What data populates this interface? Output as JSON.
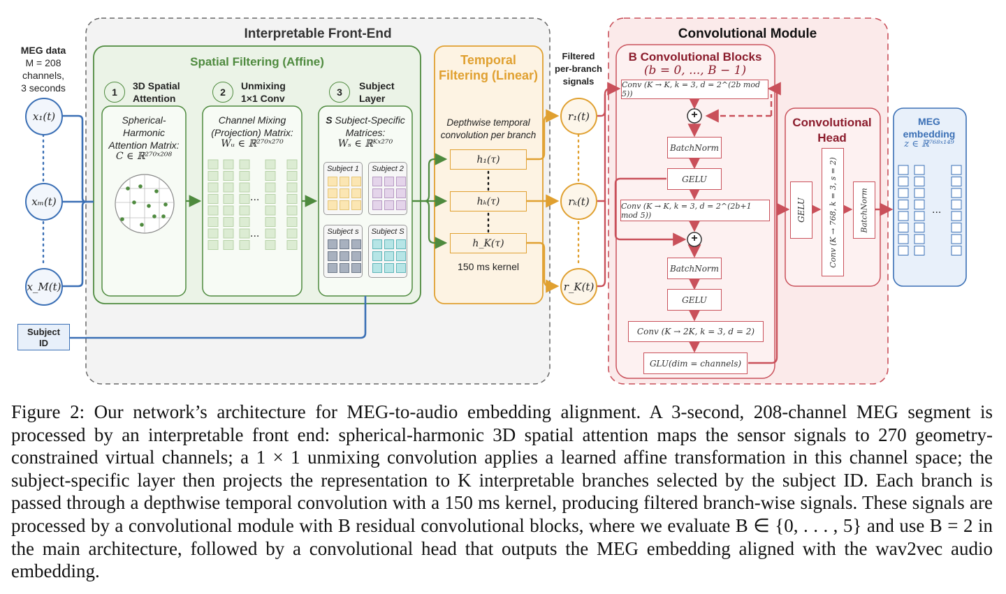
{
  "input": {
    "title": "MEG data",
    "desc": [
      "M = 208",
      "channels,",
      "3 seconds"
    ],
    "nodes": [
      "x₁(t)",
      "xₘ(t)",
      "x_M(t)"
    ],
    "subject_id": [
      "Subject",
      "ID"
    ]
  },
  "frontend": {
    "title": "Interpretable Front-End",
    "spatial": {
      "title": "Spatial Filtering (Affine)",
      "steps": [
        {
          "num": "1",
          "title": [
            "3D Spatial",
            "Attention"
          ],
          "desc": [
            "Spherical-",
            "Harmonic",
            "Attention Matrix:"
          ],
          "math": "C ∈ ℝ²⁷⁰ˣ²⁰⁸"
        },
        {
          "num": "2",
          "title": [
            "Unmixing",
            "1×1 Conv"
          ],
          "desc": [
            "Channel Mixing",
            "(Projection) Matrix:"
          ],
          "math": "Wᵤ ∈ ℝ²⁷⁰ˣ²⁷⁰"
        },
        {
          "num": "3",
          "title": [
            "Subject",
            "Layer"
          ],
          "desc": [
            "Subject-Specific",
            "Matrices:"
          ],
          "desc_prefix": "S",
          "math": "Wₛ ∈ ℝᴷˣ²⁷⁰"
        }
      ],
      "subjects": [
        "Subject 1",
        "Subject 2",
        "Subject s",
        "Subject S"
      ],
      "ellipsis": "..."
    },
    "temporal": {
      "title": [
        "Temporal",
        "Filtering (Linear)"
      ],
      "desc": [
        "Depthwise temporal",
        "convolution per branch"
      ],
      "filters": [
        "h₁(τ)",
        "hₖ(τ)",
        "h_K(τ)"
      ],
      "kernel": "150 ms kernel"
    }
  },
  "branch_signals": {
    "title": [
      "Filtered",
      "per-branch",
      "signals"
    ],
    "nodes": [
      "r₁(t)",
      "rₖ(t)",
      "r_K(t)"
    ]
  },
  "conv_module": {
    "title": "Convolutional Module",
    "blocks": {
      "title": "B Convolutional Blocks",
      "subtitle": "(b = 0, ..., B − 1)",
      "layers": [
        "Conv (K → K, k = 3, d = 2^(2b mod 5))",
        "BatchNorm",
        "GELU",
        "Conv (K → K, k = 3, d = 2^(2b+1 mod 5))",
        "BatchNorm",
        "GELU",
        "Conv (K → 2K, k = 3, d = 2)",
        "GLU(dim = channels)"
      ],
      "add": "+"
    },
    "head": {
      "title": [
        "Convolutional",
        "Head"
      ],
      "layers": [
        "GELU",
        "Conv (K → 768, k = 3, s = 2)",
        "BatchNorm"
      ]
    }
  },
  "output": {
    "title": [
      "MEG",
      "embedding"
    ],
    "math": "z ∈ ℝ⁷⁶⁸ˣ¹⁴⁹",
    "ellipsis": "..."
  },
  "caption": "Figure 2: Our network’s architecture for MEG-to-audio embedding alignment. A 3-second, 208-channel MEG segment is processed by an interpretable front end: spherical-harmonic 3D spatial attention maps the sensor signals to 270 geometry-constrained virtual channels; a 1 × 1 unmixing convolution applies a learned affine transformation in this channel space; the subject-specific layer then projects the representation to K interpretable branches selected by the subject ID. Each branch is passed through a depthwise temporal convolution with a 150 ms kernel, producing filtered branch-wise signals. These signals are processed by a convolutional module with B residual convolutional blocks, where we evaluate B ∈ {0, . . . , 5} and use B = 2 in the main architecture, followed by a convolutional head that outputs the MEG embedding aligned with the wav2vec audio embedding.",
  "colors": {
    "blue": "#3a6fb5",
    "green": "#4e8a3e",
    "orange": "#e0a030",
    "red": "#c9505a",
    "dark_red": "#8b1c2c"
  }
}
